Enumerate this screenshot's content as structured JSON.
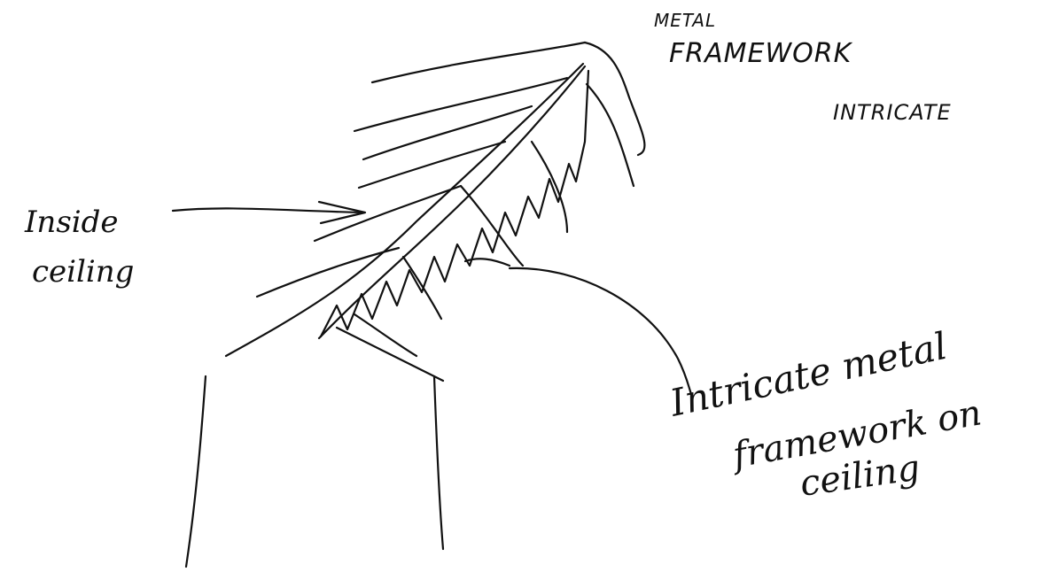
{
  "annotations": {
    "metal_label": "METAL",
    "framework_label": "FRAMEWORK",
    "intricate_label": "INTRICATE",
    "inside_label": "Inside",
    "ceiling_label": "ceiling",
    "note_line1": "Intricate metal",
    "note_line2": "framework on",
    "note_line3": "ceiling"
  }
}
